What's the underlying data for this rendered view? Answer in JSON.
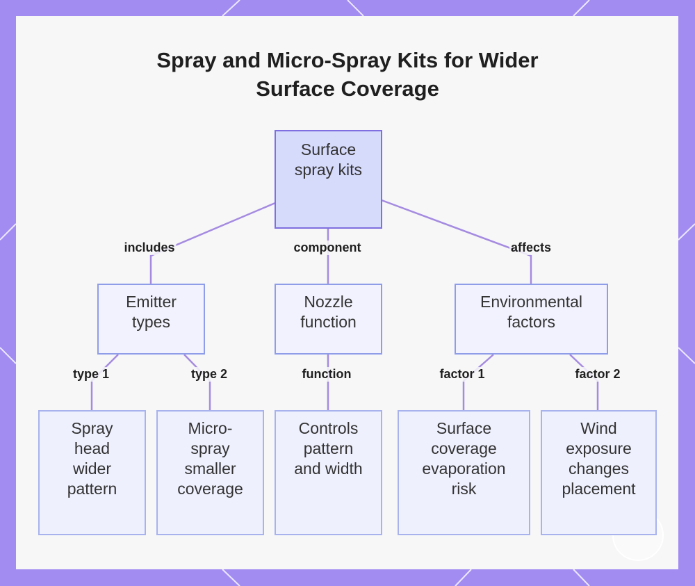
{
  "title": {
    "line1": "Spray and Micro-Spray Kits for Wider",
    "line2": "Surface Coverage"
  },
  "colors": {
    "frame": "#a28cf2",
    "card": "#f7f7f8",
    "root_fill": "#d6dafb",
    "node_fill": "#eef0fd",
    "node_border": "#a8b3ee",
    "edge": "#a58be0"
  },
  "nodes": {
    "root": "Surface spray kits",
    "emitter": "Emitter types",
    "nozzle": "Nozzle function",
    "environment": "Environmental factors",
    "spray_head": "Spray head wider pattern",
    "micro_spray": "Micro-spray smaller coverage",
    "controls": "Controls pattern and width",
    "surface_coverage": "Surface coverage evaporation risk",
    "wind": "Wind exposure changes placement"
  },
  "edges": {
    "includes": "includes",
    "component": "component",
    "affects": "affects",
    "type1": "type 1",
    "type2": "type 2",
    "function": "function",
    "factor1": "factor 1",
    "factor2": "factor 2"
  }
}
